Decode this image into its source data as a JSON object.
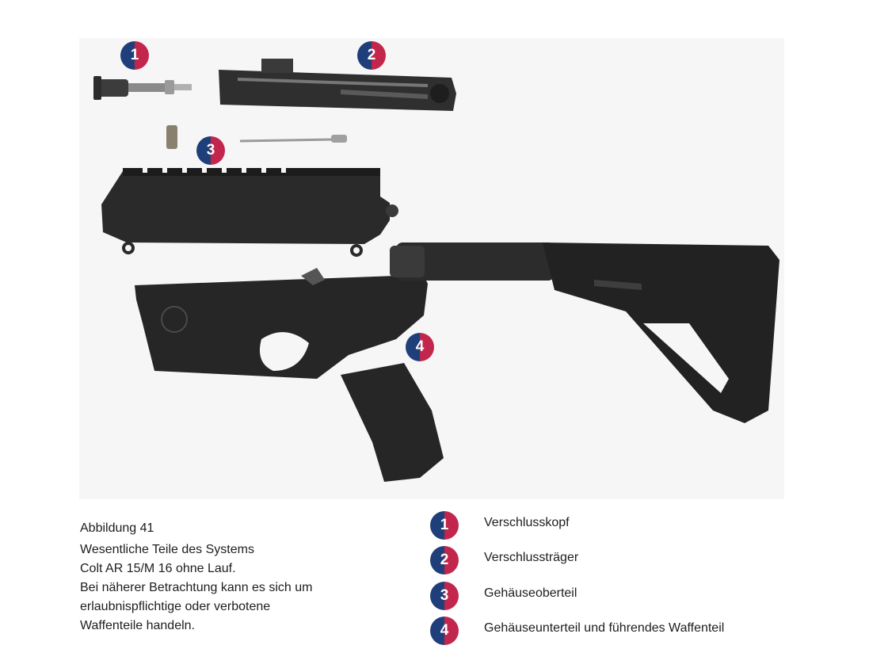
{
  "figure": {
    "markers": [
      "1",
      "2",
      "3",
      "4"
    ]
  },
  "caption": {
    "number": "Abbildung 41",
    "lines": [
      "Wesentliche Teile des Systems",
      "Colt AR 15/M 16 ohne Lauf.",
      "Bei näherer Betrachtung kann es sich um",
      "erlaubnispflichtige oder verbotene",
      "Waffenteile handeln."
    ]
  },
  "legend": [
    {
      "num": "1",
      "label": "Verschlusskopf"
    },
    {
      "num": "2",
      "label": "Verschlussträger"
    },
    {
      "num": "3",
      "label": "Gehäuseoberteil"
    },
    {
      "num": "4",
      "label": "Gehäuseunterteil und führendes Waffenteil"
    }
  ],
  "colors": {
    "marker_blue": "#1e3f7a",
    "marker_red": "#c2264c",
    "text": "#1d1d1d",
    "photo_bg": "#f6f6f6"
  }
}
